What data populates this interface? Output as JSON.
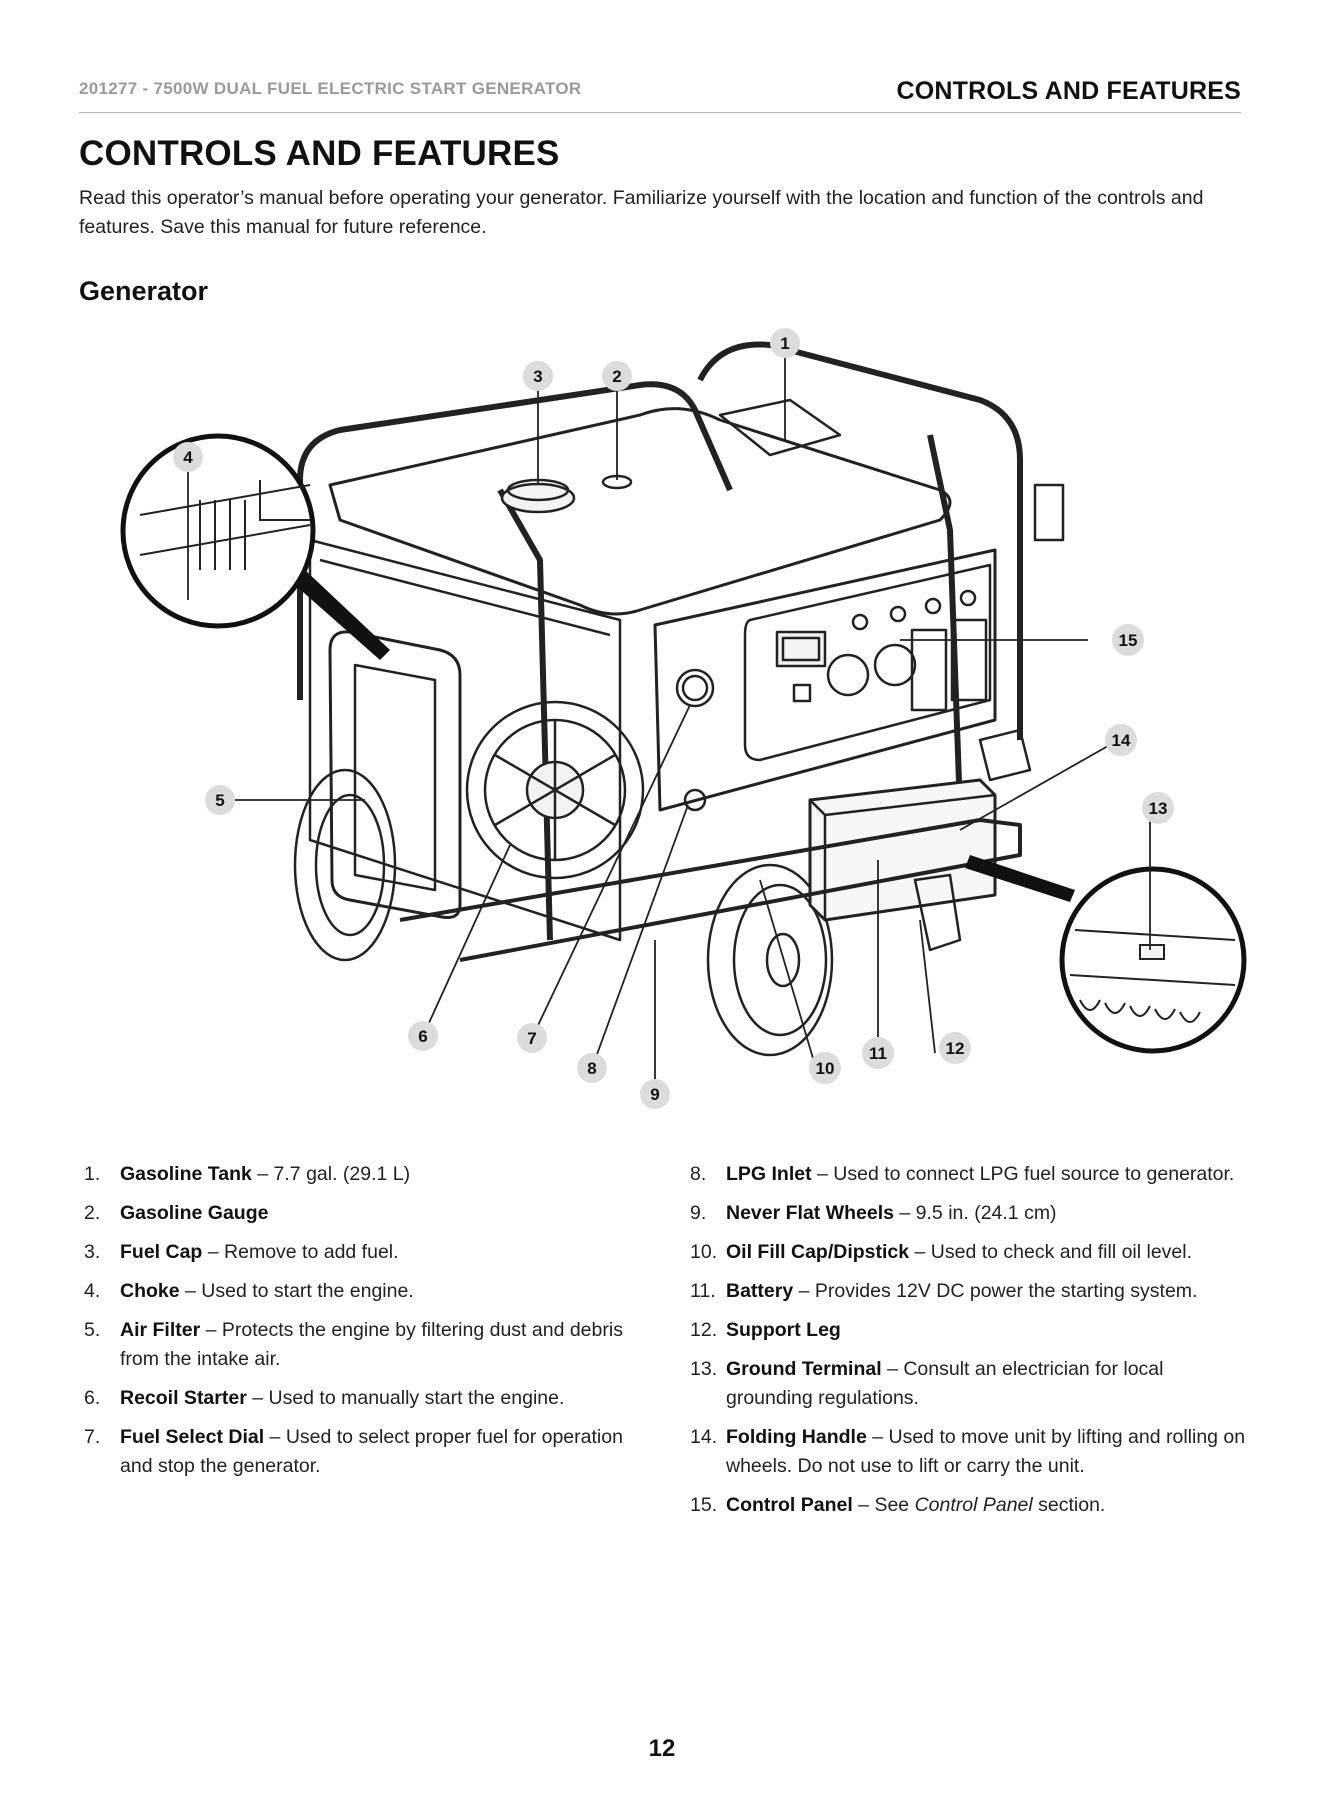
{
  "header": {
    "doc_title": "201277 - 7500W DUAL FUEL ELECTRIC START GENERATOR",
    "section": "CONTROLS AND FEATURES"
  },
  "page": {
    "title": "CONTROLS AND FEATURES",
    "intro": "Read this operator’s manual before operating your generator. Familiarize yourself with the location and function of the controls and features. Save this manual for future reference.",
    "subtitle": "Generator",
    "page_number": "12"
  },
  "figure": {
    "callouts": [
      "1",
      "2",
      "3",
      "4",
      "5",
      "6",
      "7",
      "8",
      "9",
      "10",
      "11",
      "12",
      "13",
      "14",
      "15"
    ]
  },
  "features": [
    {
      "num": "1.",
      "term": "Gasoline Tank",
      "desc": " – 7.7 gal. (29.1 L)"
    },
    {
      "num": "2.",
      "term": "Gasoline Gauge",
      "desc": ""
    },
    {
      "num": "3.",
      "term": "Fuel Cap",
      "desc": " – Remove to add fuel."
    },
    {
      "num": "4.",
      "term": "Choke",
      "desc": " – Used to start the engine."
    },
    {
      "num": "5.",
      "term": "Air Filter",
      "desc": " – Protects the engine by filtering dust and debris from the intake air."
    },
    {
      "num": "6.",
      "term": "Recoil Starter",
      "desc": " – Used to manually start the engine."
    },
    {
      "num": "7.",
      "term": "Fuel Select Dial",
      "desc": " – Used to select proper fuel for operation and stop the generator."
    },
    {
      "num": "8.",
      "term": "LPG Inlet",
      "desc": " – Used to connect LPG fuel source to generator."
    },
    {
      "num": "9.",
      "term": "Never Flat Wheels",
      "desc": " – 9.5 in. (24.1 cm)"
    },
    {
      "num": "10.",
      "term": "Oil Fill Cap/Dipstick",
      "desc": " – Used to check and fill oil level."
    },
    {
      "num": "11.",
      "term": "Battery",
      "desc": " – Provides 12V DC power the starting system."
    },
    {
      "num": "12.",
      "term": "Support Leg",
      "desc": ""
    },
    {
      "num": "13.",
      "term": "Ground Terminal",
      "desc": " – Consult an electrician for local grounding regulations."
    },
    {
      "num": "14.",
      "term": "Folding Handle",
      "desc": " – Used to move unit by lifting and rolling on wheels. Do not use to lift or carry the unit."
    },
    {
      "num": "15.",
      "term": "Control Panel",
      "desc": " – See ",
      "italic": "Control Panel",
      "desc_after": " section."
    }
  ]
}
